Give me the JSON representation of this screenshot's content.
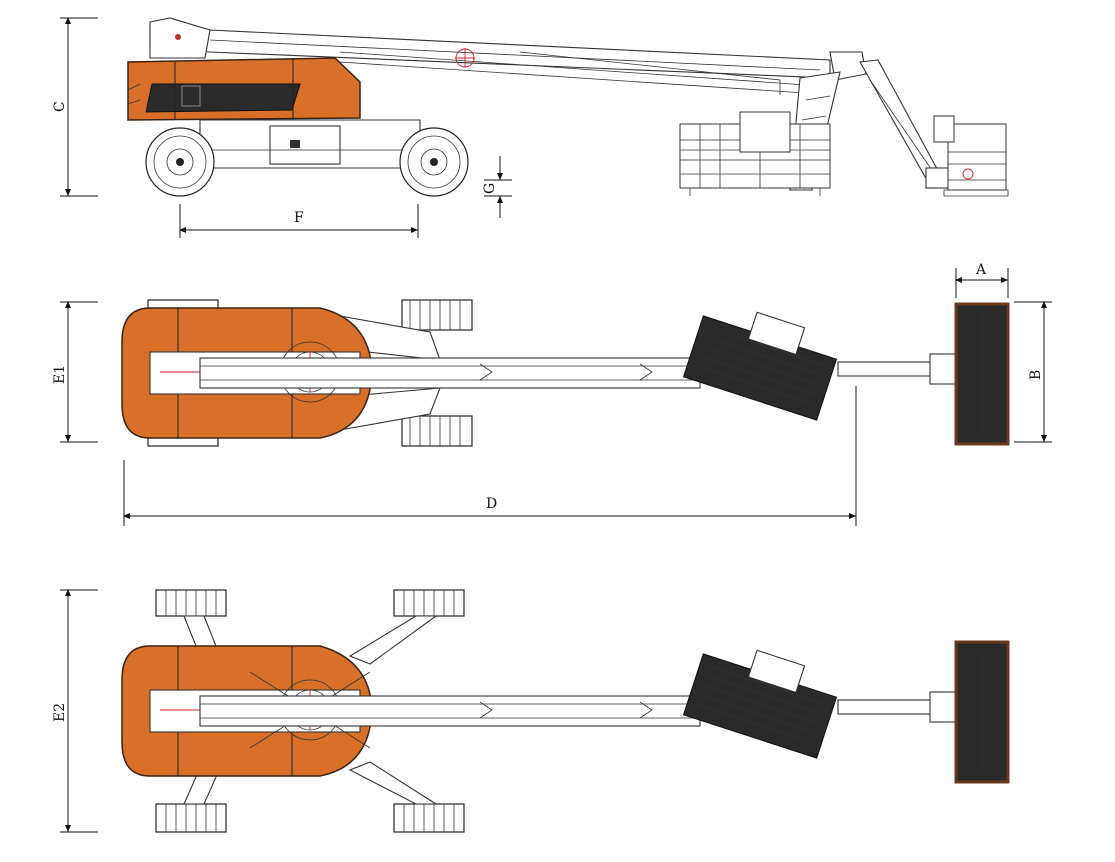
{
  "dimension_labels": {
    "A": "A",
    "B": "B",
    "C": "C",
    "D": "D",
    "E1": "E1",
    "E2": "E2",
    "F": "F",
    "G": "G"
  },
  "colors": {
    "chassis": "#d9702a",
    "outline": "#222222",
    "platform": "#2a2a2a",
    "centerline": "#d02020"
  }
}
